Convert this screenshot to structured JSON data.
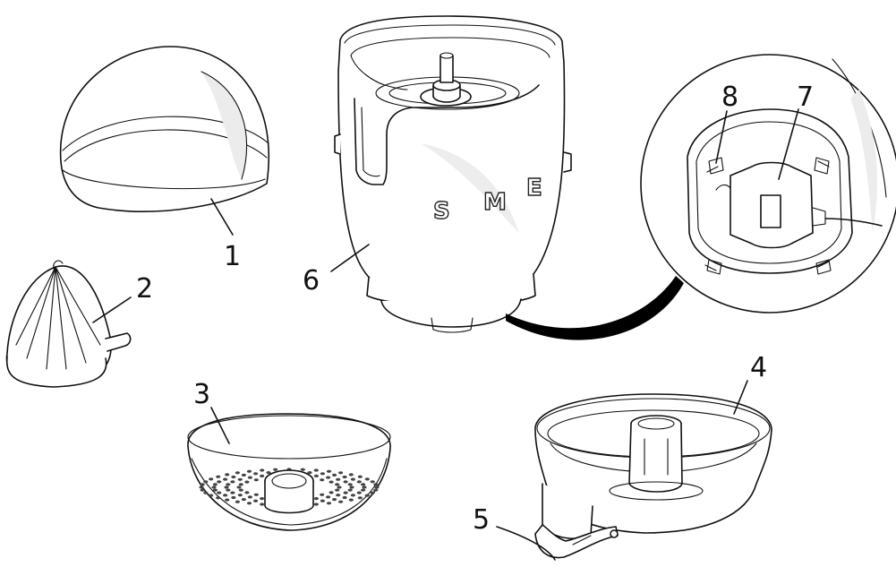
{
  "parts": [
    {
      "id": "lid",
      "label": "1"
    },
    {
      "id": "cone",
      "label": "2"
    },
    {
      "id": "filter",
      "label": "3"
    },
    {
      "id": "bowl",
      "label": "4"
    },
    {
      "id": "spout",
      "label": "5"
    },
    {
      "id": "motor-body",
      "label": "6"
    },
    {
      "id": "drive-coupling",
      "label": "7"
    },
    {
      "id": "safety-tab",
      "label": "8"
    }
  ],
  "brand": {
    "letters": [
      "S",
      "M",
      "E"
    ]
  },
  "colors": {
    "line": "#111111",
    "fill": "#ffffff",
    "shade": "#e8e8e8",
    "pointer": "#000000"
  }
}
